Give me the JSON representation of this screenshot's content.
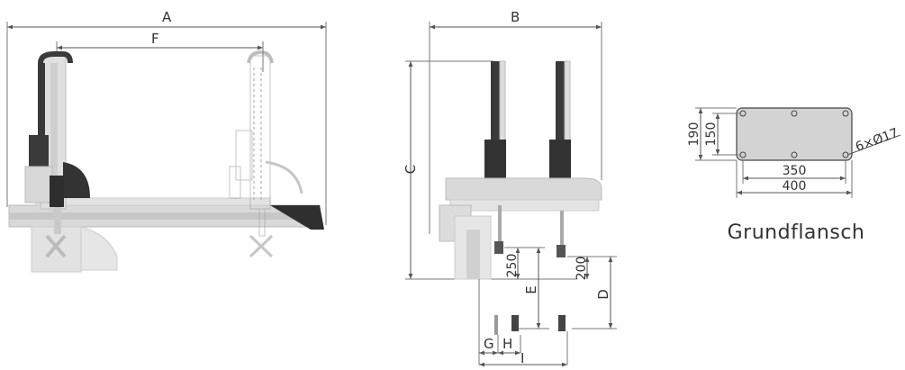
{
  "dimensions": {
    "A": "A",
    "F": "F",
    "B": "B",
    "C": "C",
    "D": "D",
    "E": "E",
    "G": "G",
    "H": "H",
    "I": "I",
    "v250": "250",
    "v200": "200"
  },
  "flange": {
    "caption": "Grundflansch",
    "d190": "190",
    "d150": "150",
    "d350": "350",
    "d400": "400",
    "holes": "6×Ø17"
  },
  "colors": {
    "machine_light": "#d9d9d9",
    "machine_mid": "#bdbdbd",
    "machine_dark": "#3a3a3a",
    "flange_fill": "#d3d3d3",
    "line": "#555555"
  }
}
